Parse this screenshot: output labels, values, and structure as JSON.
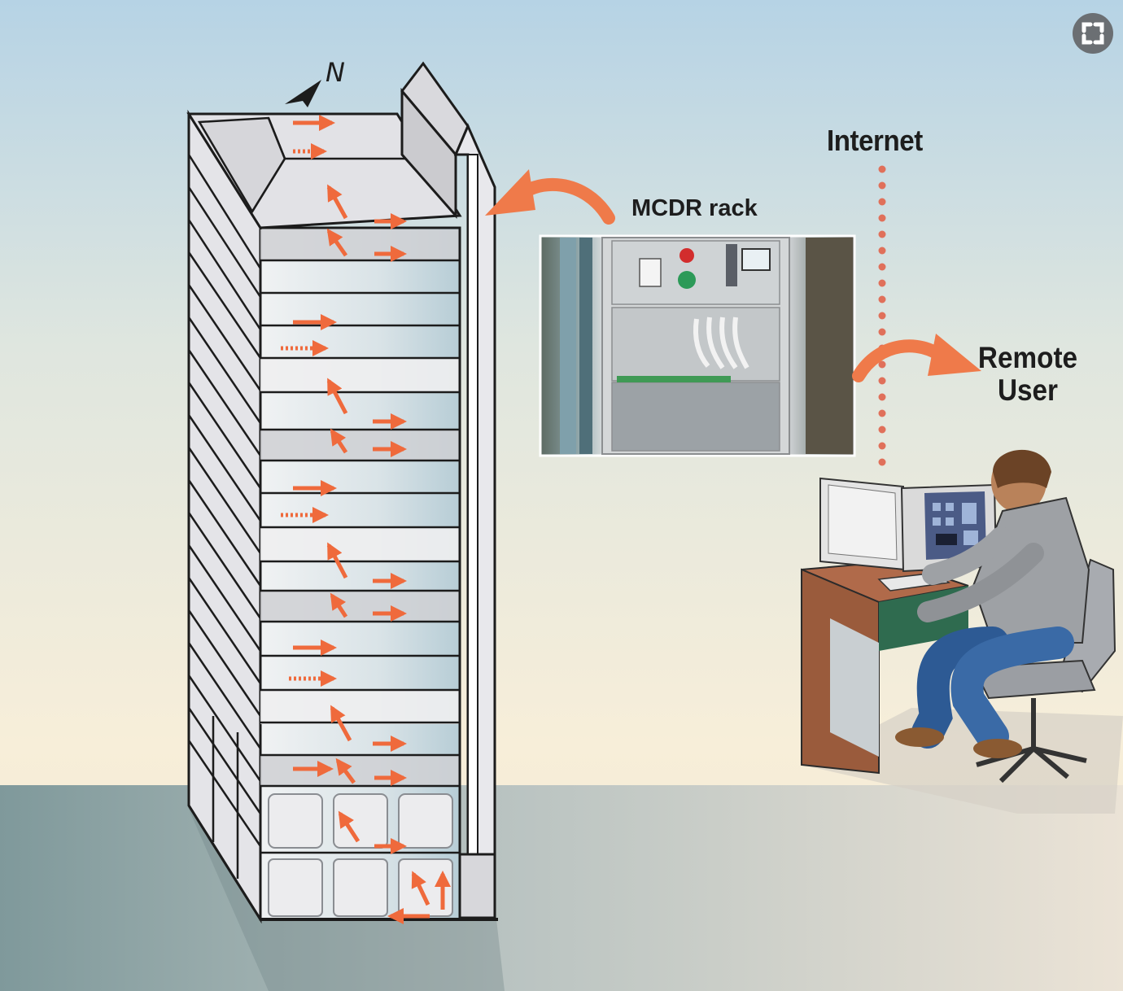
{
  "labels": {
    "north": "N",
    "internet": "Internet",
    "mcdr_rack": "MCDR rack",
    "remote_user_line1": "Remote",
    "remote_user_line2": "User"
  },
  "colors": {
    "arrow": "#ef6a3c",
    "sky_top": "#b9d6e6",
    "sky_bottom": "#f7eedb",
    "ground": "#8fa6a7",
    "building_light": "#e6e6ea",
    "building_dark": "#bfc1c6",
    "outline": "#1c1c1c"
  },
  "icons": {
    "expand": "expand-icon",
    "north_arrow": "north-arrow-icon"
  }
}
